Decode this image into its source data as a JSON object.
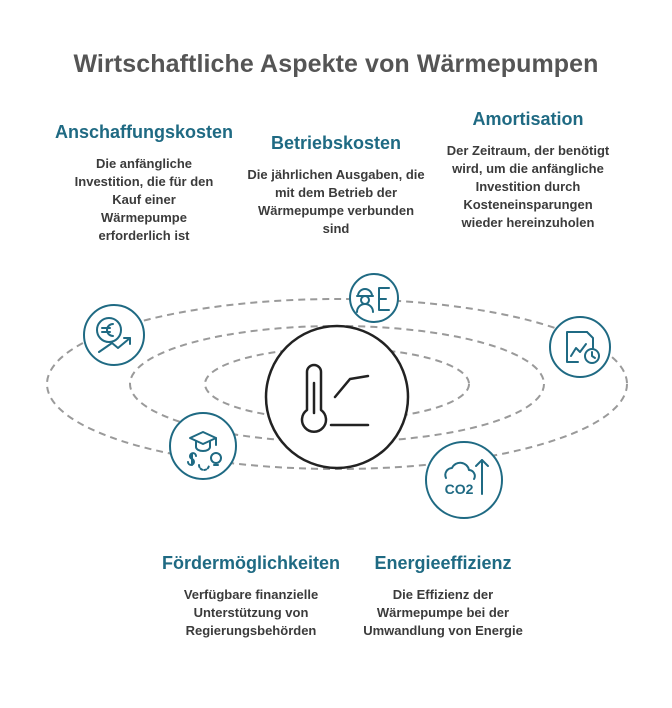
{
  "title": "Wirtschaftliche Aspekte von Wärmepumpen",
  "aspects": {
    "anschaffungskosten": {
      "heading": "Anschaffungskosten",
      "description": "Die anfängliche Investition, die für den Kauf einer Wärmepumpe erforderlich ist",
      "icon": "euro-growth-icon"
    },
    "betriebskosten": {
      "heading": "Betriebskosten",
      "description": "Die jährlichen Ausgaben, die mit dem Betrieb der Wärmepumpe verbunden sind",
      "icon": "worker-with-list-icon"
    },
    "amortisation": {
      "heading": "Amortisation",
      "description": "Der Zeitraum, der benötigt wird, um die anfängliche Investition durch Kosteneinsparungen wieder hereinzuholen",
      "icon": "chart-clock-icon"
    },
    "foerdermoeglichkeiten": {
      "heading": "Fördermöglichkeiten",
      "description": "Verfügbare finanzielle Unterstützung von Regierungsbehörden",
      "icon": "grant-education-icon"
    },
    "energieeffizienz": {
      "heading": "Energieeffizienz",
      "description": "Die Effizienz der Wärmepumpe bei der Umwandlung von Energie",
      "icon_label": "CO2",
      "icon": "co2-cloud-arrow-icon"
    }
  },
  "center_icon": "thermometer-trend-icon",
  "colors": {
    "accent": "#1f6a83",
    "heading": "#1f6a83",
    "title": "#555555",
    "text": "#3b3b3b",
    "orbit": "#9a9a9a",
    "center_stroke": "#222222"
  }
}
